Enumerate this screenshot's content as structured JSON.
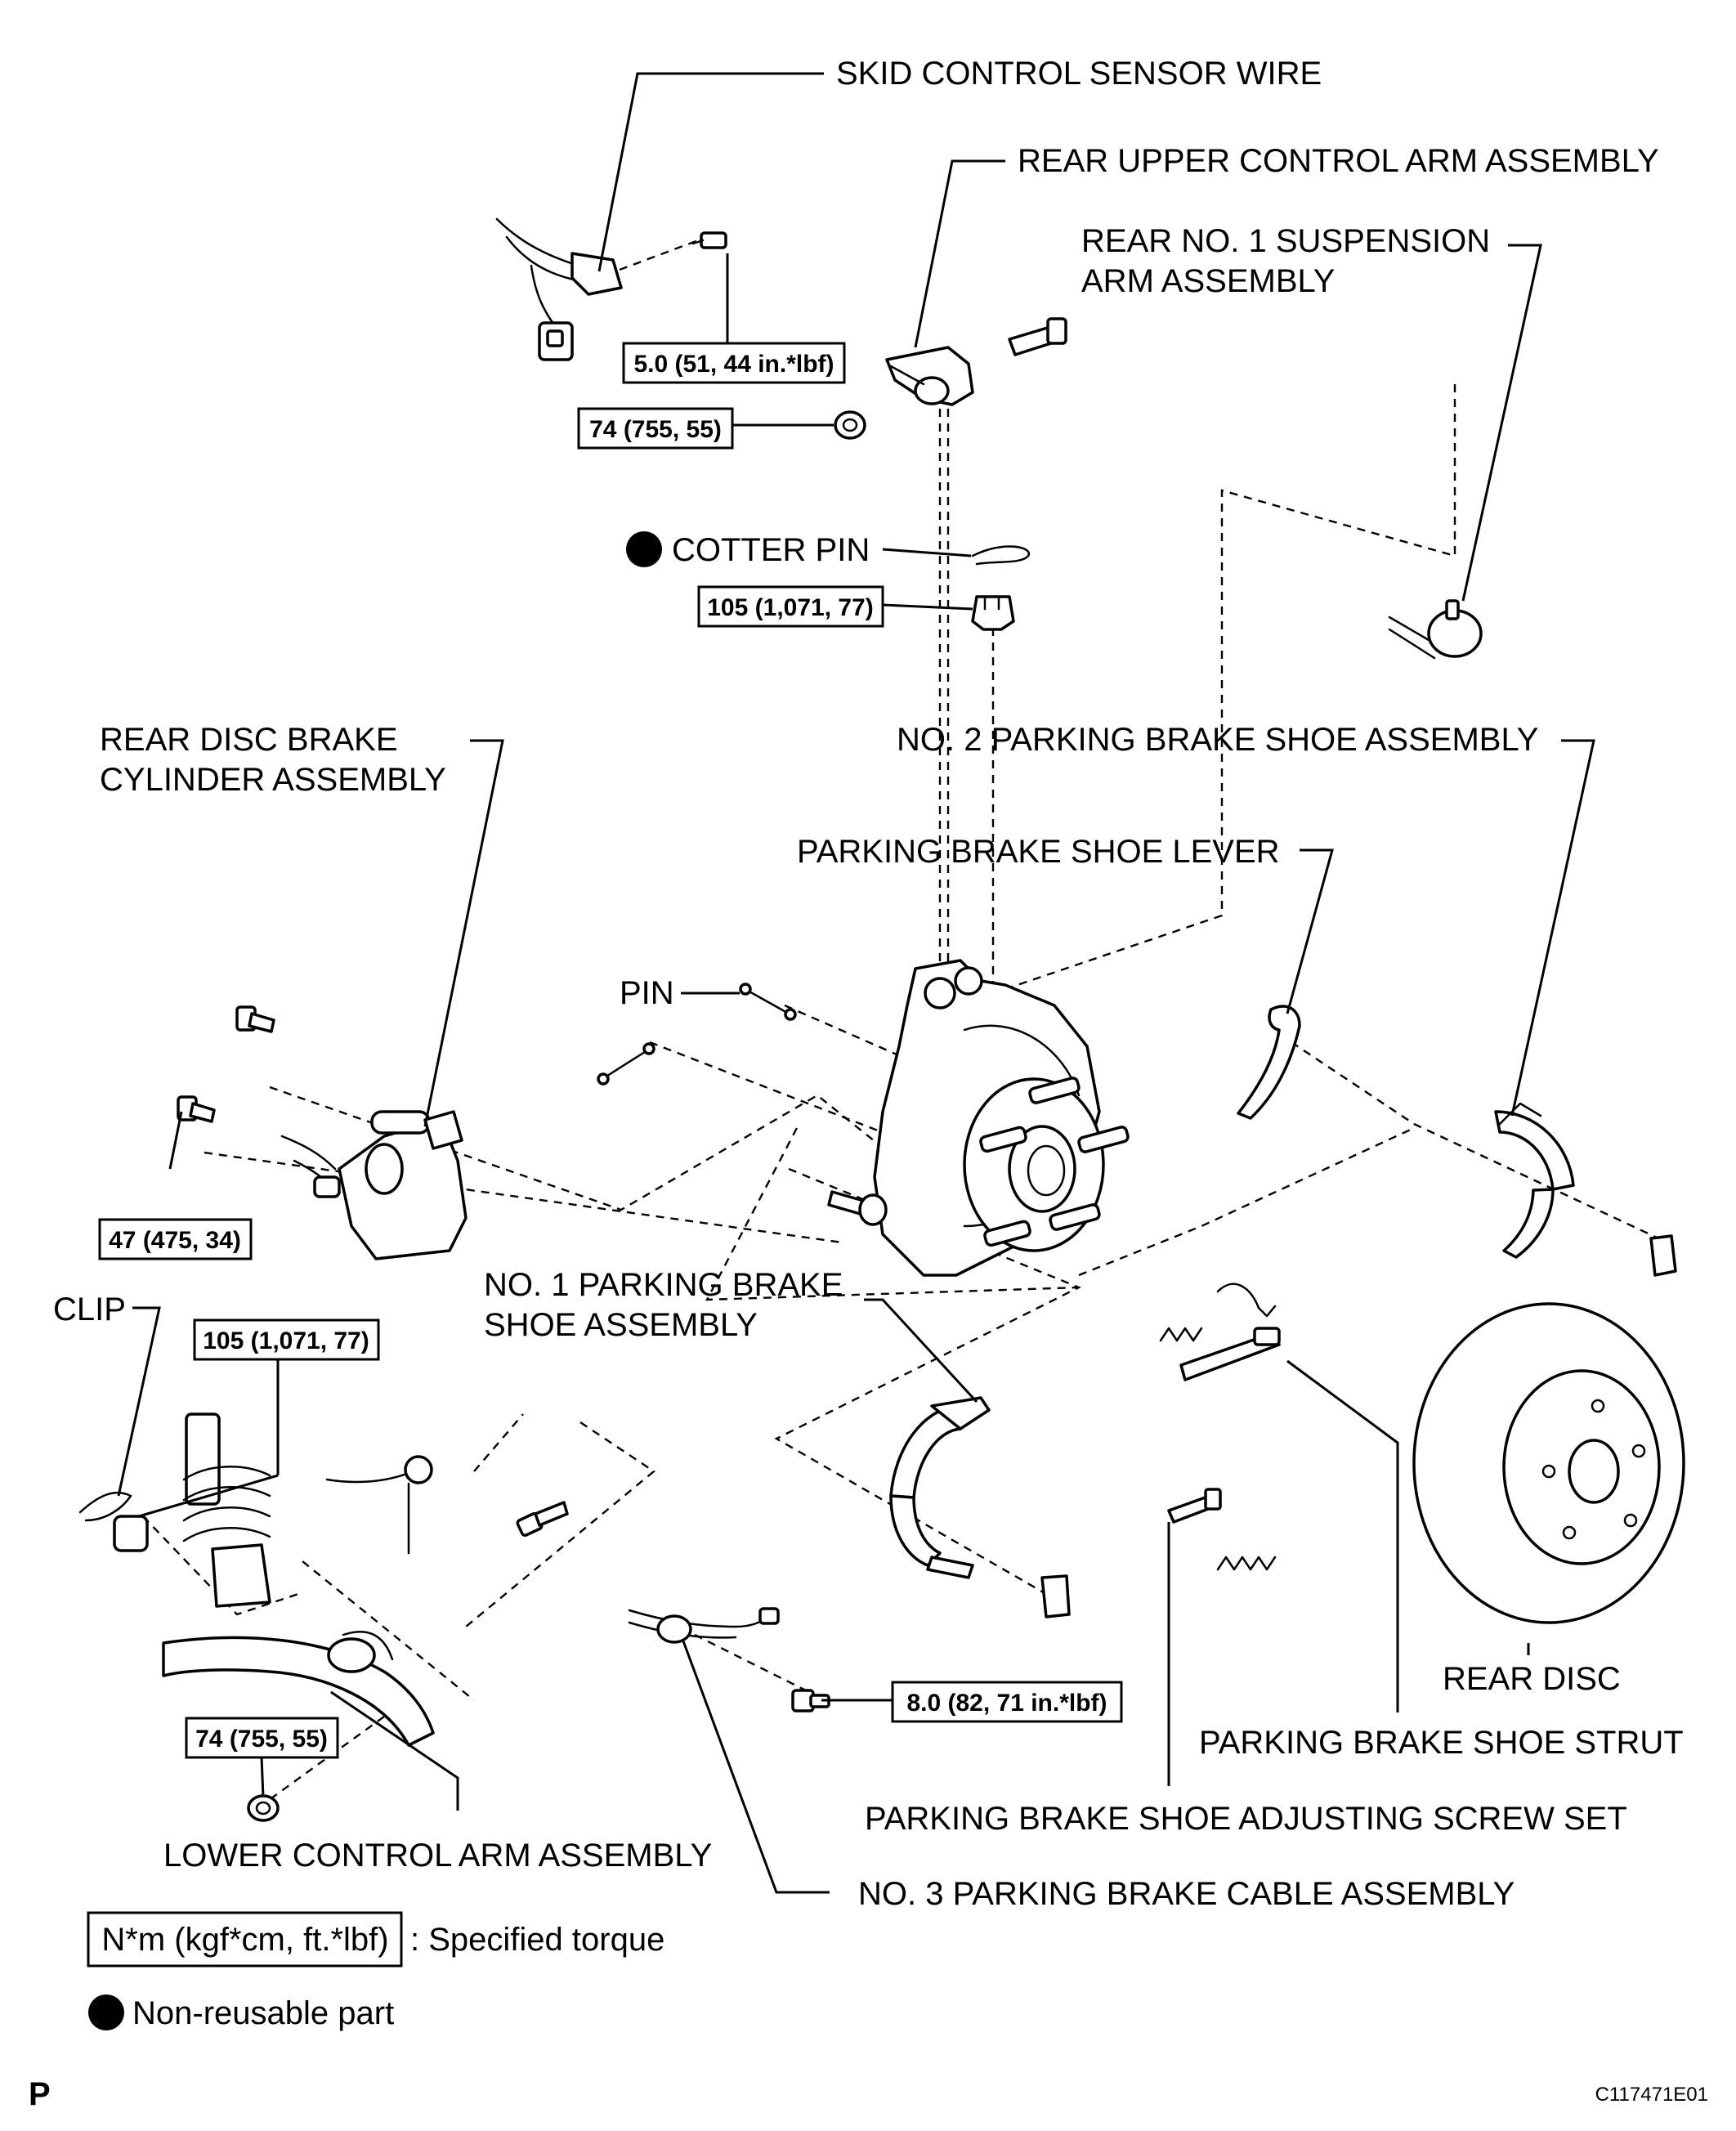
{
  "labels": {
    "skid_control_sensor_wire": "SKID CONTROL SENSOR WIRE",
    "rear_upper_control_arm": "REAR UPPER CONTROL ARM ASSEMBLY",
    "rear_no1_suspension_arm_line1": "REAR NO. 1 SUSPENSION",
    "rear_no1_suspension_arm_line2": "ARM ASSEMBLY",
    "cotter_pin": "COTTER PIN",
    "rear_disc_brake_cylinder_line1": "REAR DISC BRAKE",
    "rear_disc_brake_cylinder_line2": "CYLINDER ASSEMBLY",
    "no2_parking_brake_shoe": "NO. 2 PARKING BRAKE SHOE ASSEMBLY",
    "parking_brake_shoe_lever": "PARKING BRAKE SHOE LEVER",
    "pin": "PIN",
    "no1_parking_brake_shoe_line1": "NO. 1 PARKING BRAKE",
    "no1_parking_brake_shoe_line2": "SHOE ASSEMBLY",
    "clip": "CLIP",
    "rear_disc": "REAR DISC",
    "parking_brake_shoe_strut": "PARKING BRAKE SHOE STRUT",
    "parking_brake_shoe_adjusting_screw_set": "PARKING BRAKE SHOE ADJUSTING SCREW SET",
    "lower_control_arm": "LOWER CONTROL ARM ASSEMBLY",
    "no3_parking_brake_cable": "NO. 3 PARKING BRAKE CABLE ASSEMBLY"
  },
  "torques": {
    "sensor_wire_bolt": "5.0 (51, 44 in.*lbf)",
    "upper_arm_nut": "74 (755, 55)",
    "castle_nut": "105 (1,071, 77)",
    "caliper_bolt": "47 (475, 34)",
    "shock_bolt": "105 (1,071, 77)",
    "lower_arm_nut": "74 (755, 55)",
    "cable_bolt": "8.0 (82, 71 in.*lbf)"
  },
  "legend": {
    "torque_box": "N*m (kgf*cm, ft.*lbf)",
    "torque_text": ": Specified torque",
    "non_reusable_text": "Non-reusable part"
  },
  "footer": {
    "page_letter": "P",
    "figure_code": "C117471E01"
  }
}
